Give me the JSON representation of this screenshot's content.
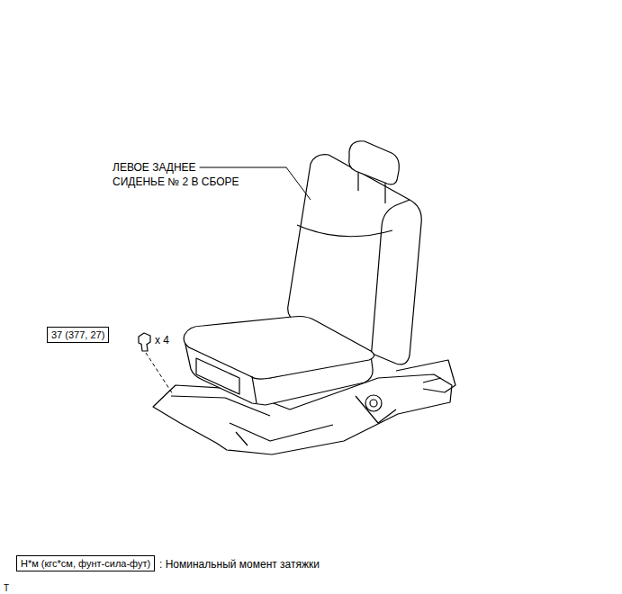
{
  "diagram": {
    "nodes": [
      {
        "text": [
          "37 (377, 27)"
        ]
      },
      {
        "text": [
          "Н*м (кгс*см, фунт-сила-фут)"
        ]
      }
    ],
    "labels": [
      "ЛЕВОЕ ЗАДНЕЕ СИДЕНЬЕ № 2 В СБОРЕ",
      "x 4",
      ": Номинальный момент затяжки",
      "T"
    ]
  }
}
